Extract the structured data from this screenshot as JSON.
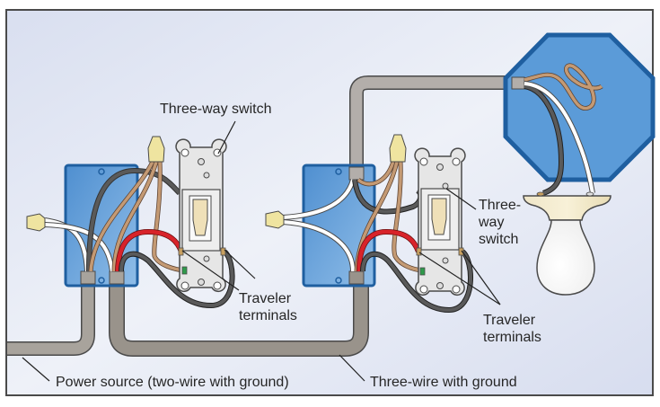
{
  "title": "Three-way switch wiring diagram",
  "labels": {
    "switch1": "Three-way switch",
    "switch2_line1": "Three-",
    "switch2_line2": "way",
    "switch2_line3": "switch",
    "traveler1_line1": "Traveler",
    "traveler1_line2": "terminals",
    "traveler2_line1": "Traveler",
    "traveler2_line2": "terminals",
    "power_source": "Power source (two-wire with ground)",
    "three_wire": "Three-wire with ground"
  },
  "colors": {
    "background": "#dfe4f1",
    "frame": "#4a4a4a",
    "box_blue": "#5b9bd8",
    "box_border": "#1f5fa0",
    "cable": "#a8a39c",
    "cable_dark": "#8f8a82",
    "hot_black": "#4a4a4a",
    "neutral_white": "#ffffff",
    "ground_copper": "#c49a74",
    "traveler_red": "#d8232a",
    "connector_yellow": "#efe4a0",
    "switch_body": "#e6e6e6",
    "toggle": "#efe0b8",
    "lamp_base": "#efe4c4",
    "bulb": "#ffffff"
  }
}
